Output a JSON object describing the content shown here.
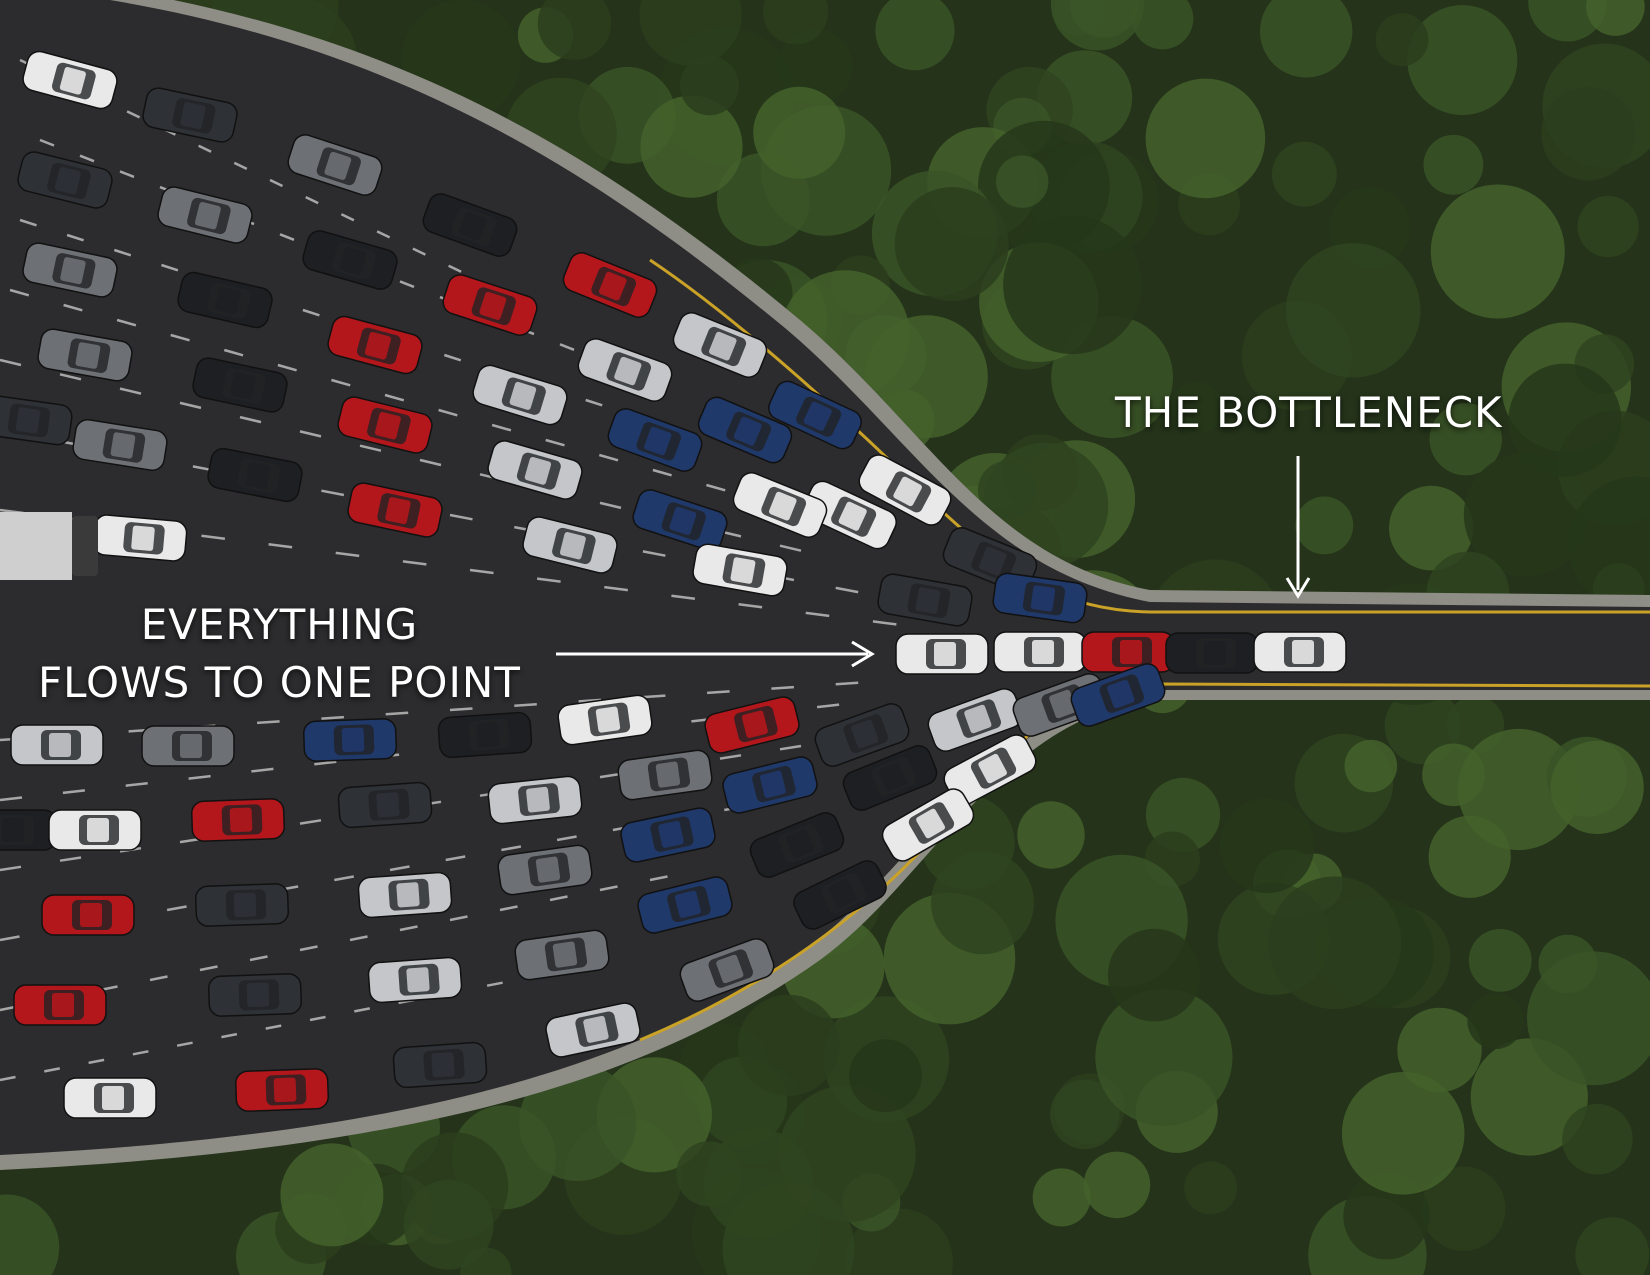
{
  "annotations": {
    "bottleneck": "THE BOTTLENECK",
    "flows_line1": "EVERYTHING",
    "flows_line2": "FLOWS TO ONE POINT"
  },
  "colors": {
    "forest": "#263619",
    "forest_light": "#3f5a25",
    "asphalt": "#2b2b2c",
    "barrier": "#8a8a82",
    "lane_yellow": "#c9a227",
    "lane_white": "#d8d8d8",
    "annotation_text": "#ffffff",
    "car_palette": [
      "#e9e9ea",
      "#c4c6c9",
      "#1e1f22",
      "#2e3136",
      "#20396b",
      "#b3161b",
      "#6d7075"
    ]
  }
}
